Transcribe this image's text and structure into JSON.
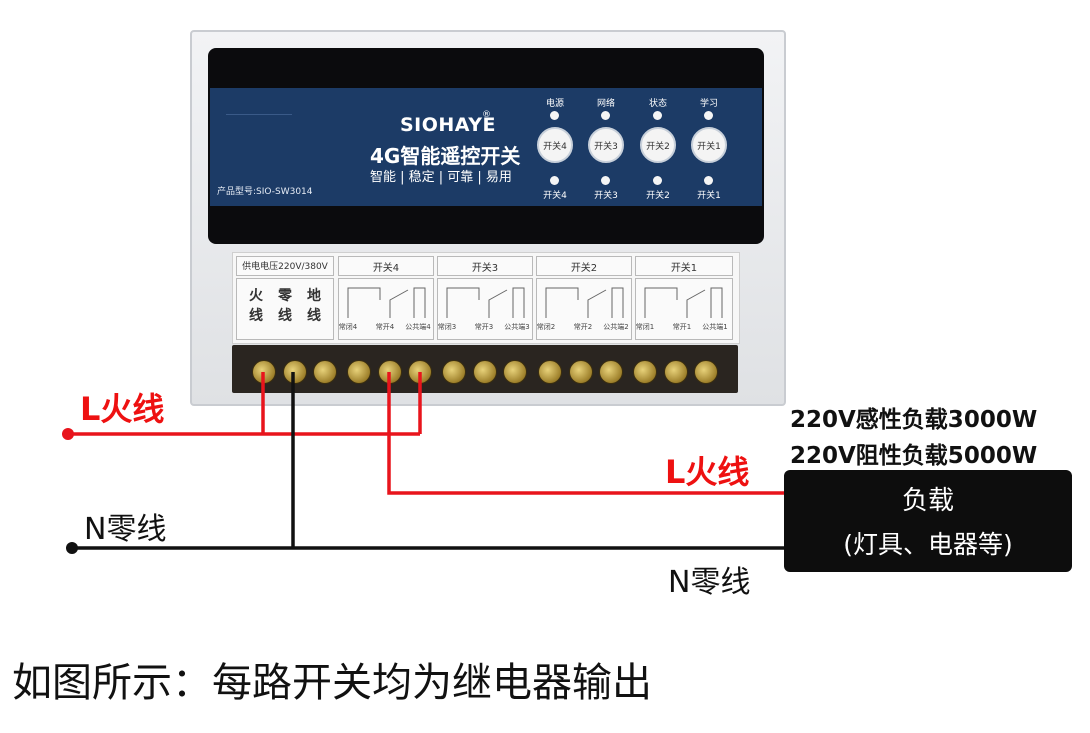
{
  "device": {
    "brand": "SIOHAYE",
    "brand_mark": "®",
    "title": "4G智能遥控开关",
    "slogan": "智能 | 稳定 | 可靠 | 易用",
    "model": "产品型号:SIO-SW3014",
    "indicators": [
      "电源",
      "网络",
      "状态",
      "学习"
    ],
    "buttons": [
      "开关4",
      "开关3",
      "开关2",
      "开关1"
    ],
    "button_labels": [
      "开关4",
      "开关3",
      "开关2",
      "开关1"
    ]
  },
  "terminals": {
    "power_header": "供电电压220V/380V",
    "power_chars": [
      "火",
      "线",
      "零",
      "线",
      "地",
      "线"
    ],
    "switch_headers": [
      "开关4",
      "开关3",
      "开关2",
      "开关1"
    ],
    "sub_labels": [
      [
        "常闭4",
        "常开4",
        "公共端4"
      ],
      [
        "常闭3",
        "常开3",
        "公共端3"
      ],
      [
        "常闭2",
        "常开2",
        "公共端2"
      ],
      [
        "常闭1",
        "常开1",
        "公共端1"
      ]
    ]
  },
  "wiring": {
    "live_left": "L火线",
    "neutral_left": "N零线",
    "live_right": "L火线",
    "neutral_right": "N零线",
    "load_spec_1": "220V感性负载3000W",
    "load_spec_2": "220V阻性负载5000W",
    "load_title": "负载",
    "load_examples": "(灯具、电器等)",
    "colors": {
      "live": "#e8141c",
      "neutral": "#111111"
    }
  },
  "caption": "如图所示：每路开关均为继电器输出"
}
